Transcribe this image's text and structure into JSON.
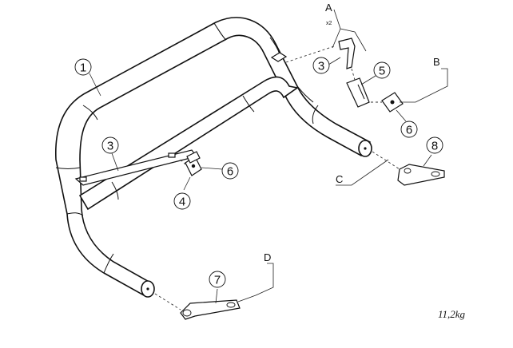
{
  "diagram": {
    "callouts": {
      "a": "A",
      "a_qty": "x2",
      "b": "B",
      "c": "C",
      "d": "D"
    },
    "part_numbers": {
      "bar_frame": "1",
      "bracket_upper": "3",
      "bracket_lower": "3",
      "clamp_lower": "4",
      "clamp_upper": "5",
      "nut_upper": "6",
      "nut_lower": "6",
      "mount_left": "7",
      "mount_right": "8"
    },
    "weight": "11,2kg"
  }
}
